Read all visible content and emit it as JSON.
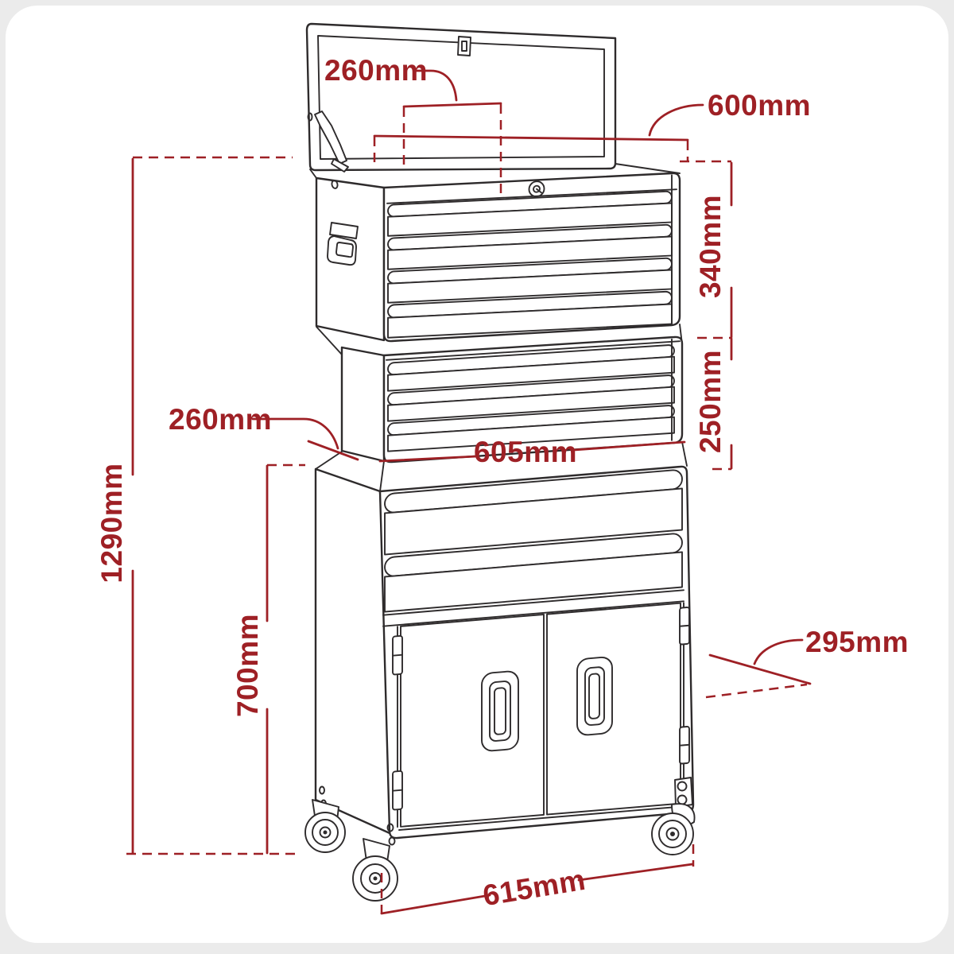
{
  "colors": {
    "dimension_red": "#9e2025",
    "line_color": "#2e2b2c",
    "canvas": "#ffffff",
    "page_background": "#ebebeb"
  },
  "dimensions": {
    "top_chest_depth": {
      "label": "260mm"
    },
    "top_chest_width": {
      "label": "600mm"
    },
    "top_chest_height": {
      "label": "340mm"
    },
    "mid_box_height": {
      "label": "250mm"
    },
    "mid_box_depth": {
      "label": "260mm"
    },
    "mid_box_width": {
      "label": "605mm"
    },
    "overall_height": {
      "label": "1290mm"
    },
    "cabinet_height": {
      "label": "700mm"
    },
    "cabinet_depth": {
      "label": "295mm"
    },
    "cabinet_width": {
      "label": "615mm"
    }
  }
}
